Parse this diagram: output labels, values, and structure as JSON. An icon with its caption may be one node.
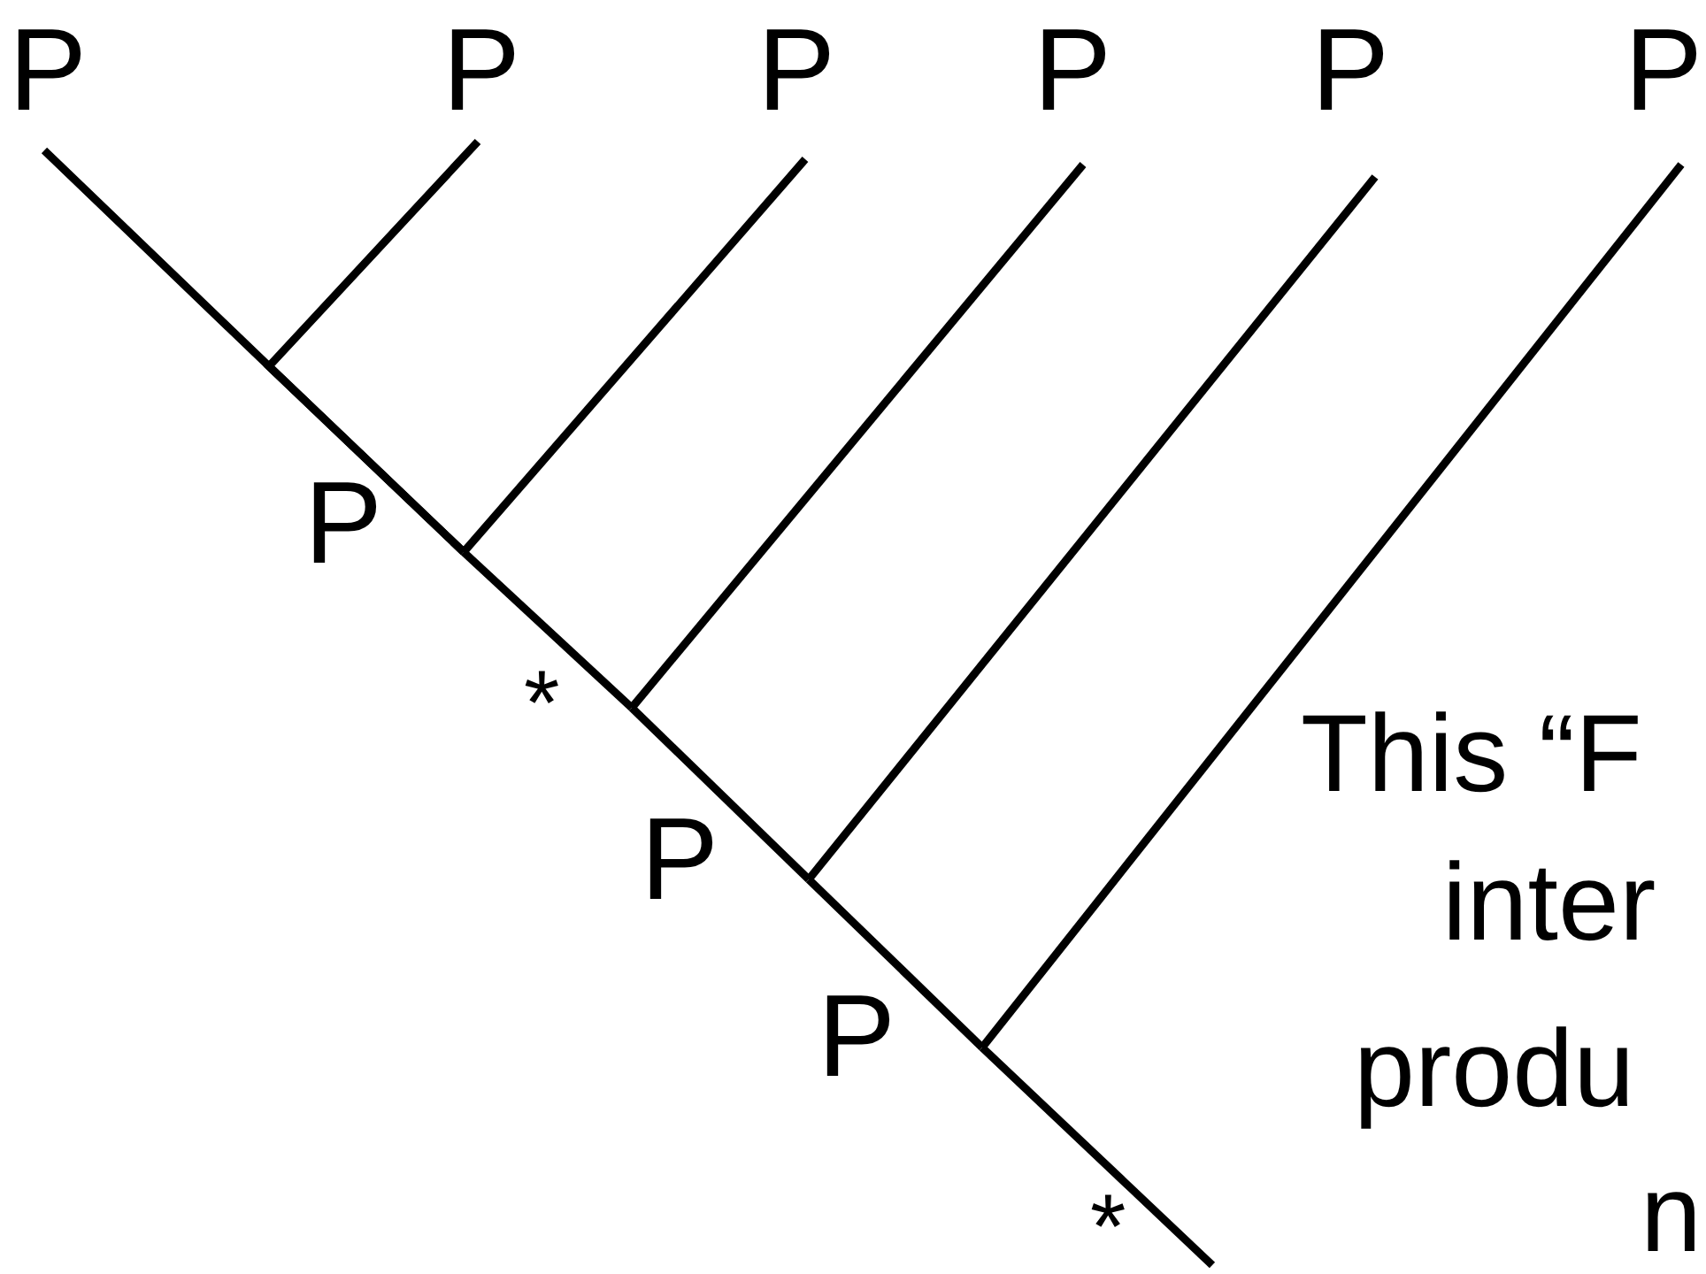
{
  "diagram": {
    "nodes": [
      {
        "text": [
          "P"
        ]
      },
      {
        "text": [
          "P"
        ]
      },
      {
        "text": [
          "P"
        ]
      },
      {
        "text": [
          "P"
        ]
      },
      {
        "text": [
          "P"
        ]
      },
      {
        "text": [
          "P"
        ]
      },
      {
        "text": [
          "P"
        ]
      },
      {
        "text": [
          "*"
        ]
      },
      {
        "text": [
          "P"
        ]
      },
      {
        "text": [
          "P"
        ]
      },
      {
        "text": [
          "*"
        ]
      }
    ],
    "edges": [
      {
        "from": 6,
        "to": 0,
        "arrow": "none"
      },
      {
        "from": 6,
        "to": 1,
        "arrow": "none"
      },
      {
        "from": 6,
        "to": 2,
        "arrow": "none"
      },
      {
        "from": 7,
        "to": 6,
        "arrow": "none"
      },
      {
        "from": 7,
        "to": 3,
        "arrow": "none"
      },
      {
        "from": 8,
        "to": 7,
        "arrow": "none"
      },
      {
        "from": 8,
        "to": 4,
        "arrow": "none"
      },
      {
        "from": 9,
        "to": 8,
        "arrow": "none"
      },
      {
        "from": 9,
        "to": 5,
        "arrow": "none"
      },
      {
        "from": 10,
        "to": 9,
        "arrow": "none"
      }
    ],
    "labels": [
      "This “F",
      "inter",
      "produ",
      "n"
    ]
  }
}
